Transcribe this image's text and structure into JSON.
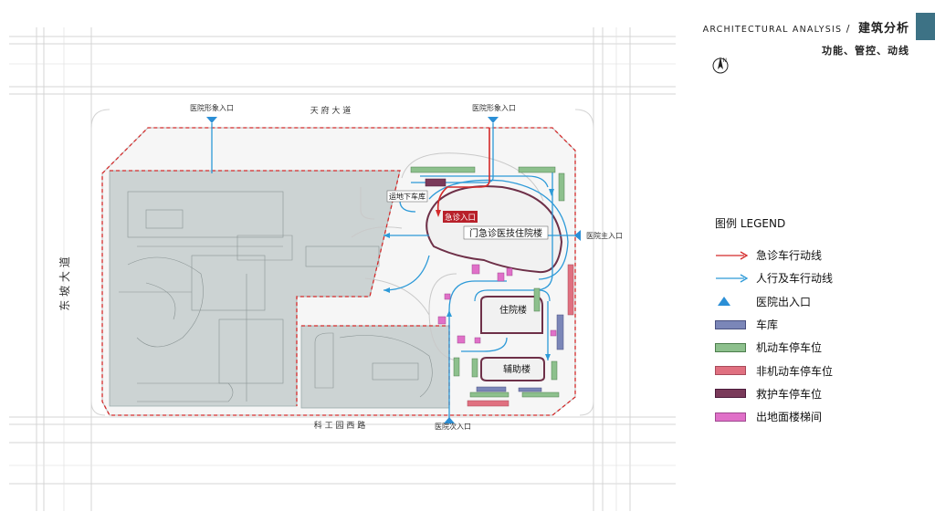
{
  "header": {
    "title_en": "ARCHITECTURAL ANALYSIS",
    "separator": " / ",
    "title_cn": "建筑分析",
    "subtitle": "功能、管控、动线"
  },
  "north_label": "N",
  "plan": {
    "roads": {
      "north": "天    府    大    道",
      "south": "科    工    园    西    路",
      "west": "东  坡  大  道"
    },
    "labels": {
      "main_entrance_left": "医院形象入口",
      "main_entrance_right": "医院形象入口",
      "main_entry_east": "医院主入口",
      "secondary_entry": "医院次入口",
      "underground_garage": "运地下车库",
      "emergency_entry": "急诊入口",
      "outpatient_building": "门急诊医技住院楼",
      "inpatient_building": "住院楼",
      "auxiliary_building": "辅助楼"
    }
  },
  "legend": {
    "title": "图例 LEGEND",
    "items": [
      {
        "label": "急诊车行动线",
        "icon": "red-dashed-arrow",
        "color": "#d42a2a"
      },
      {
        "label": "人行及车行动线",
        "icon": "blue-arrow",
        "color": "#2d9ad8"
      },
      {
        "label": "医院出入口",
        "icon": "blue-triangle",
        "color": "#2b8fd6"
      },
      {
        "label": "车库",
        "icon": "garage-swatch",
        "color": "#7b86b8"
      },
      {
        "label": "机动车停车位",
        "icon": "car-parking-swatch",
        "color": "#8dc08d"
      },
      {
        "label": "非机动车停车位",
        "icon": "bike-parking-swatch",
        "color": "#e07080"
      },
      {
        "label": "救护车停车位",
        "icon": "ambulance-parking-swatch",
        "color": "#7a3a5a"
      },
      {
        "label": "出地面楼梯间",
        "icon": "stair-swatch",
        "color": "#e070c8"
      }
    ]
  }
}
